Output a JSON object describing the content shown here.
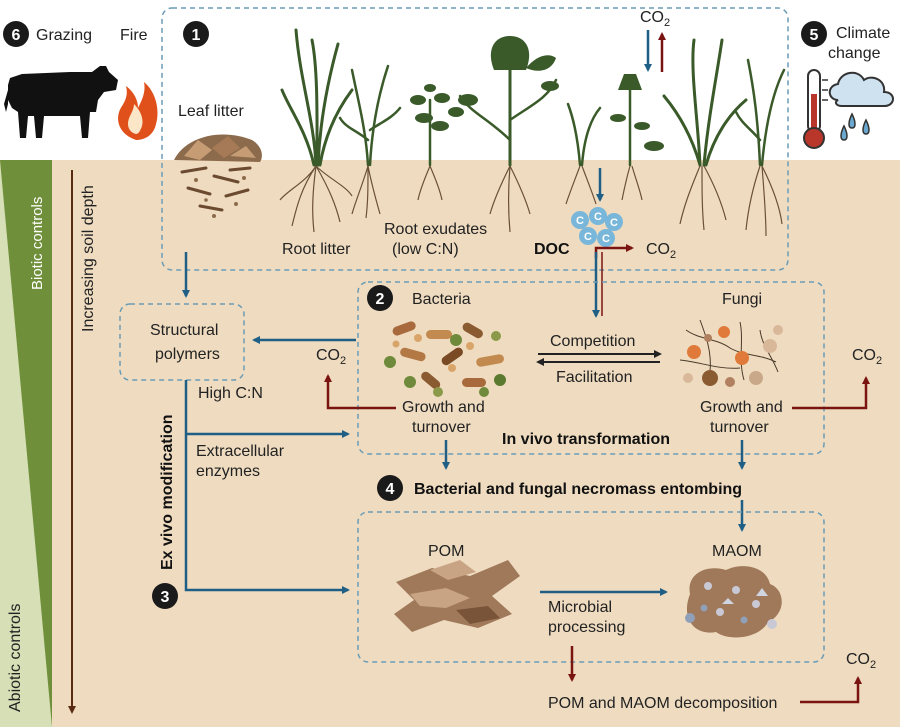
{
  "colors": {
    "soil": "#efdcc0",
    "blue_arrow": "#1f5f86",
    "red_arrow": "#7a1410",
    "dashed_box": "#6a9bb5",
    "biotic_bar": "#6f8f3a",
    "abiotic_bar": "#d6dfb5"
  },
  "factors": {
    "grazing": {
      "number": "6",
      "label": "Grazing"
    },
    "fire": {
      "label": "Fire"
    },
    "plant_inputs": {
      "number": "1"
    },
    "climate": {
      "number": "5",
      "label_line1": "Climate",
      "label_line2": "change"
    }
  },
  "controls": {
    "biotic": "Biotic controls",
    "abiotic": "Abiotic controls",
    "depth": "Increasing soil depth"
  },
  "inputs": {
    "leaf_litter": "Leaf litter",
    "root_litter": "Root litter",
    "root_exudates_line1": "Root exudates",
    "root_exudates_line2": "(low C:N)",
    "doc": "DOC",
    "doc_molecule": "C",
    "co2": "CO",
    "co2_sub": "2"
  },
  "structural": {
    "line1": "Structural",
    "line2": "polymers",
    "high_cn": "High C:N",
    "enzymes_line1": "Extracellular",
    "enzymes_line2": "enzymes",
    "ex_vivo": "Ex vivo modification",
    "number": "3"
  },
  "microbes": {
    "number": "2",
    "bacteria": "Bacteria",
    "fungi": "Fungi",
    "competition": "Competition",
    "facilitation": "Facilitation",
    "growth_line1": "Growth and",
    "growth_line2": "turnover",
    "in_vivo": "In vivo transformation"
  },
  "necromass": {
    "number": "4",
    "label": "Bacterial and fungal necromass entombing"
  },
  "pools": {
    "pom": "POM",
    "maom": "MAOM",
    "processing_line1": "Microbial",
    "processing_line2": "processing",
    "decomposition": "POM and MAOM decomposition"
  }
}
